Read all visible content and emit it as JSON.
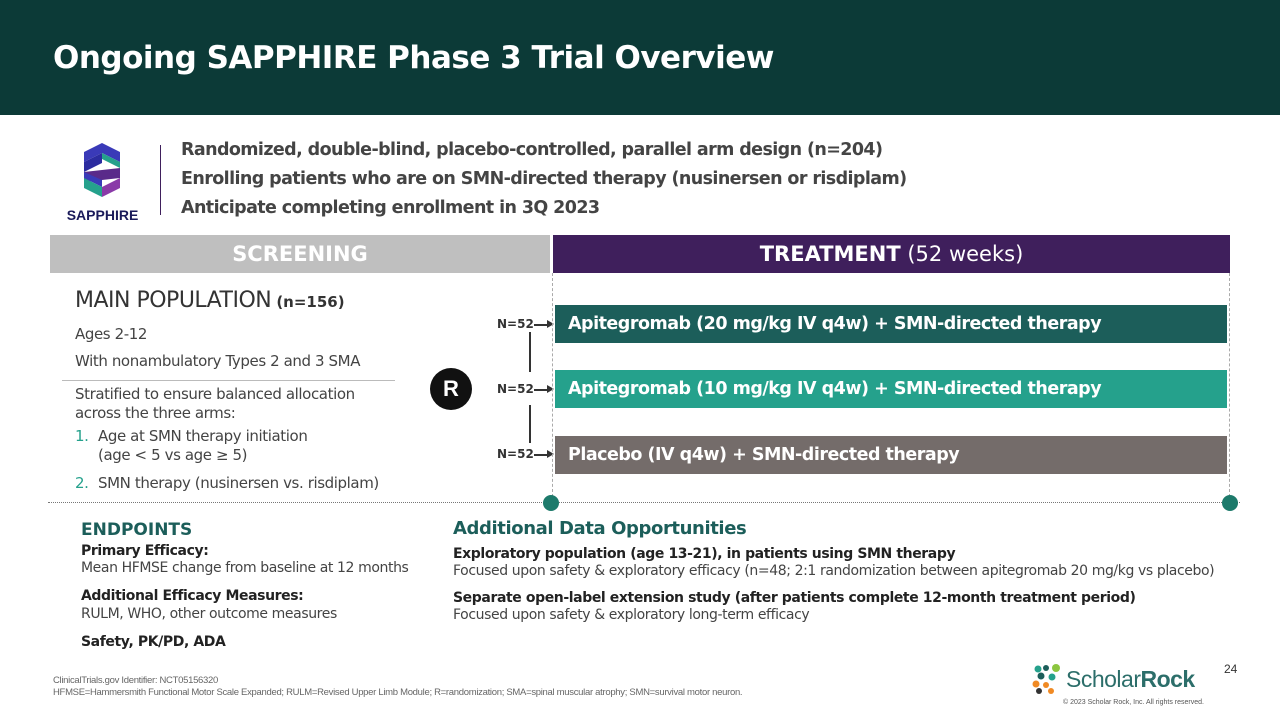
{
  "header": {
    "title": "Ongoing SAPPHIRE Phase 3 Trial Overview"
  },
  "logo": {
    "text": "SAPPHIRE"
  },
  "bullets": [
    "Randomized, double-blind, placebo-controlled, parallel arm design (n=204)",
    "Enrolling patients who are on SMN-directed therapy (nusinersen or risdiplam)",
    "Anticipate completing enrollment in 3Q 2023"
  ],
  "phases": {
    "screening": "SCREENING",
    "treatment": "TREATMENT",
    "treatment_duration": "(52 weeks)"
  },
  "population": {
    "title": "MAIN POPULATION",
    "n": "(n=156)",
    "ages": "Ages 2-12",
    "types": "With nonambulatory Types 2 and 3 SMA",
    "stratified": "Stratified to ensure balanced allocation across the three arms:",
    "items": [
      {
        "num": "1.",
        "text": "Age at SMN therapy initiation",
        "sub": "(age < 5 vs age ≥ 5)"
      },
      {
        "num": "2.",
        "text": "SMN therapy (nusinersen vs. risdiplam)"
      }
    ]
  },
  "randomization": {
    "label": "R"
  },
  "arms": [
    {
      "n": "N=52",
      "label": "Apitegromab (20 mg/kg IV q4w) + SMN-directed therapy",
      "color": "#1c5e5a"
    },
    {
      "n": "N=52",
      "label": "Apitegromab (10 mg/kg IV q4w) + SMN-directed therapy",
      "color": "#25a18c"
    },
    {
      "n": "N=52",
      "label": "Placebo (IV q4w) + SMN-directed therapy",
      "color": "#746c6a"
    }
  ],
  "endpoints": {
    "title": "ENDPOINTS",
    "primary_label": "Primary Efficacy:",
    "primary": "Mean HFMSE change from baseline at 12 months",
    "additional_label": "Additional Efficacy Measures:",
    "additional": "RULM, WHO, other outcome measures",
    "safety": "Safety, PK/PD, ADA"
  },
  "additional_data": {
    "title": "Additional Data Opportunities",
    "items": [
      {
        "head": "Exploratory population (age 13-21), in patients using SMN therapy",
        "body": "Focused upon safety & exploratory efficacy (n=48; 2:1 randomization between apitegromab 20 mg/kg vs placebo)"
      },
      {
        "head": "Separate open-label extension study (after patients complete 12-month treatment period)",
        "body": "Focused upon safety & exploratory long-term efficacy"
      }
    ]
  },
  "footer": {
    "line1": "ClinicalTrials.gov Identifier: NCT05156320",
    "line2": "HFMSE=Hammersmith Functional Motor Scale Expanded; RULM=Revised Upper Limb Module; R=randomization; SMA=spinal muscular atrophy; SMN=survival motor neuron.",
    "page": "24",
    "brand_a": "Scholar",
    "brand_b": "Rock",
    "copyright": "© 2023 Scholar Rock, Inc. All rights reserved."
  }
}
